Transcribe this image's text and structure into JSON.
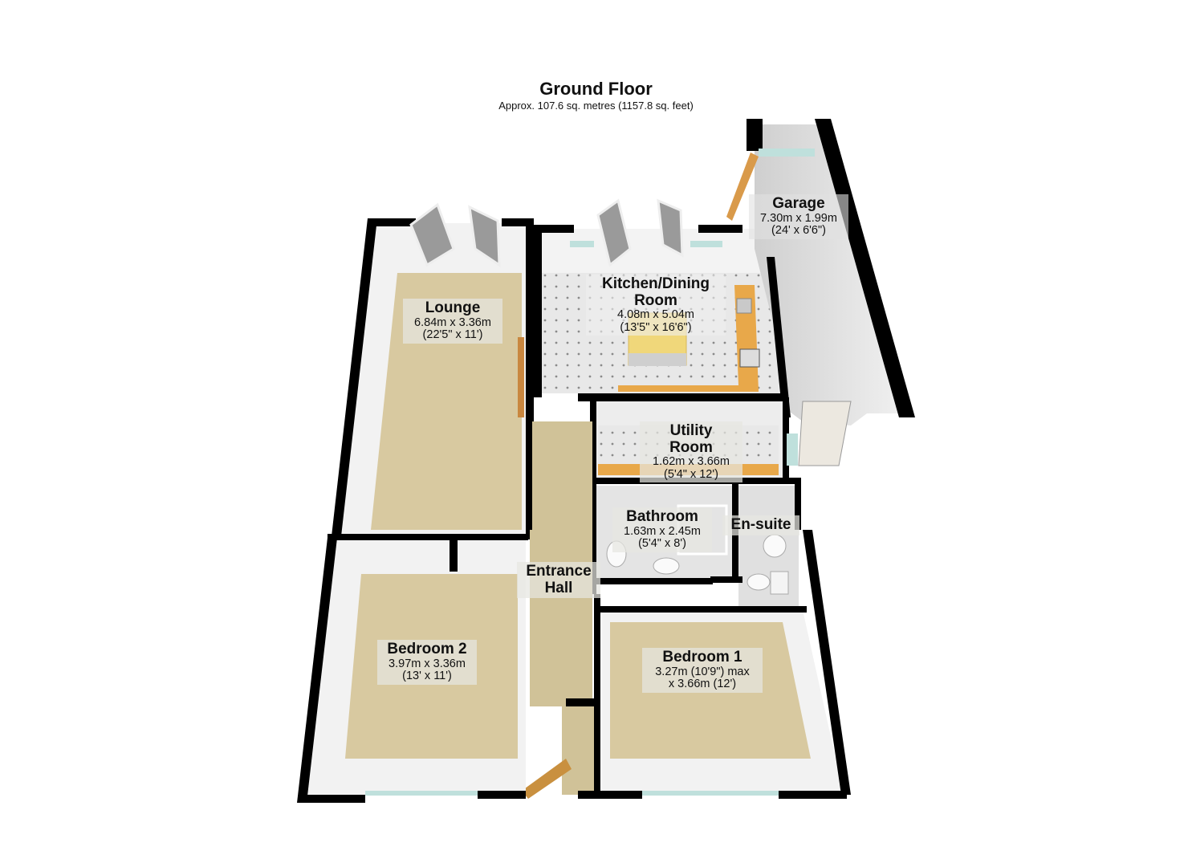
{
  "header": {
    "title": "Ground Floor",
    "subtitle": "Approx. 107.6 sq. metres (1157.8 sq. feet)"
  },
  "rooms": {
    "lounge": {
      "name": "Lounge",
      "dim_metric": "6.84m x 3.36m",
      "dim_imperial": "(22'5\" x 11')"
    },
    "kitchen": {
      "name_line1": "Kitchen/Dining",
      "name_line2": "Room",
      "dim_metric": "4.08m x 5.04m",
      "dim_imperial": "(13'5\" x 16'6\")"
    },
    "garage": {
      "name": "Garage",
      "dim_metric": "7.30m x 1.99m",
      "dim_imperial": "(24' x 6'6\")"
    },
    "utility": {
      "name_line1": "Utility",
      "name_line2": "Room",
      "dim_metric": "1.62m x 3.66m",
      "dim_imperial": "(5'4\" x 12')"
    },
    "bathroom": {
      "name": "Bathroom",
      "dim_metric": "1.63m x 2.45m",
      "dim_imperial": "(5'4\" x 8')"
    },
    "ensuite": {
      "name": "En-suite"
    },
    "entrance_hall": {
      "name_line1": "Entrance",
      "name_line2": "Hall"
    },
    "bedroom2": {
      "name": "Bedroom 2",
      "dim_metric": "3.97m x 3.36m",
      "dim_imperial": "(13' x 11')"
    },
    "bedroom1": {
      "name": "Bedroom 1",
      "dim_line1": "3.27m (10'9\") max",
      "dim_line2": "x 3.66m (12')"
    }
  },
  "colors": {
    "carpet": "#d8c9a0",
    "tile": "#e6e6e6",
    "wall": "#000000",
    "wall_face": "#f4f4f4",
    "worktop": "#e8a84a",
    "glass": "#bfe0dc",
    "garage_floor": "#dcdcdc"
  }
}
